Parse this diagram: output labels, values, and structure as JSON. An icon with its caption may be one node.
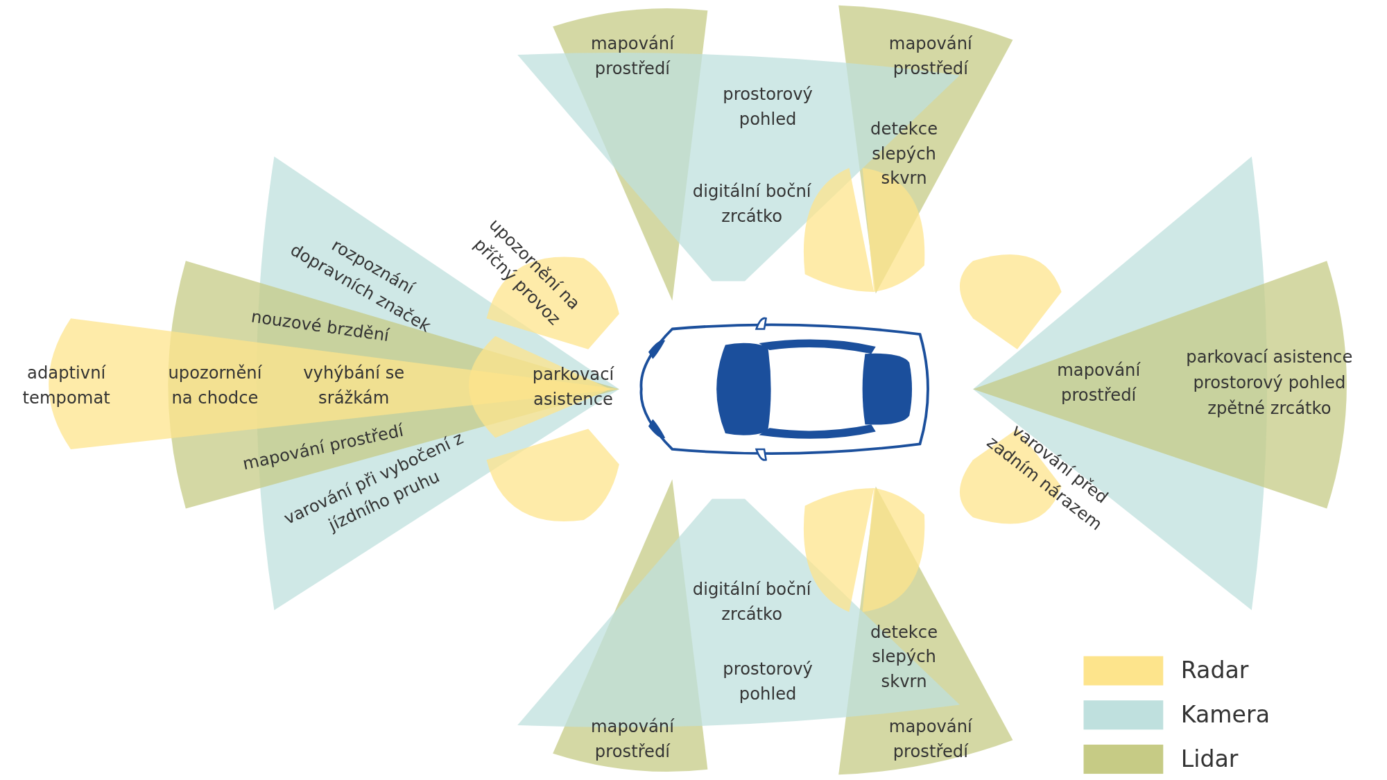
{
  "diagram": {
    "labels": [
      "mapování prostředí",
      "mapování prostředí",
      "prostorový pohled",
      "detekce slepých skvrn",
      "digitální boční zrcátko",
      "rozpoznání dopravních značek",
      "upozornění na příčný provoz",
      "nouzové brzdění",
      "adaptivní tempomat",
      "upozornění na chodce",
      "vyhýbání se srážkám",
      "parkovací asistence",
      "mapování prostředí",
      "parkovací asistence",
      "prostorový pohled",
      "zpětné zrcátko",
      "mapování prostředí",
      "varování při vybočení z jízdního pruhu",
      "varování před zadním nárazem",
      "digitální boční zrcátko",
      "detekce slepých skvrn",
      "prostorový pohled",
      "mapování prostředí",
      "mapování prostředí"
    ],
    "legend": [
      {
        "text": "Radar",
        "color": "#fde48c"
      },
      {
        "text": "Kamera",
        "color": "#bfe0de"
      },
      {
        "text": "Lidar",
        "color": "#c6cb85"
      }
    ]
  }
}
